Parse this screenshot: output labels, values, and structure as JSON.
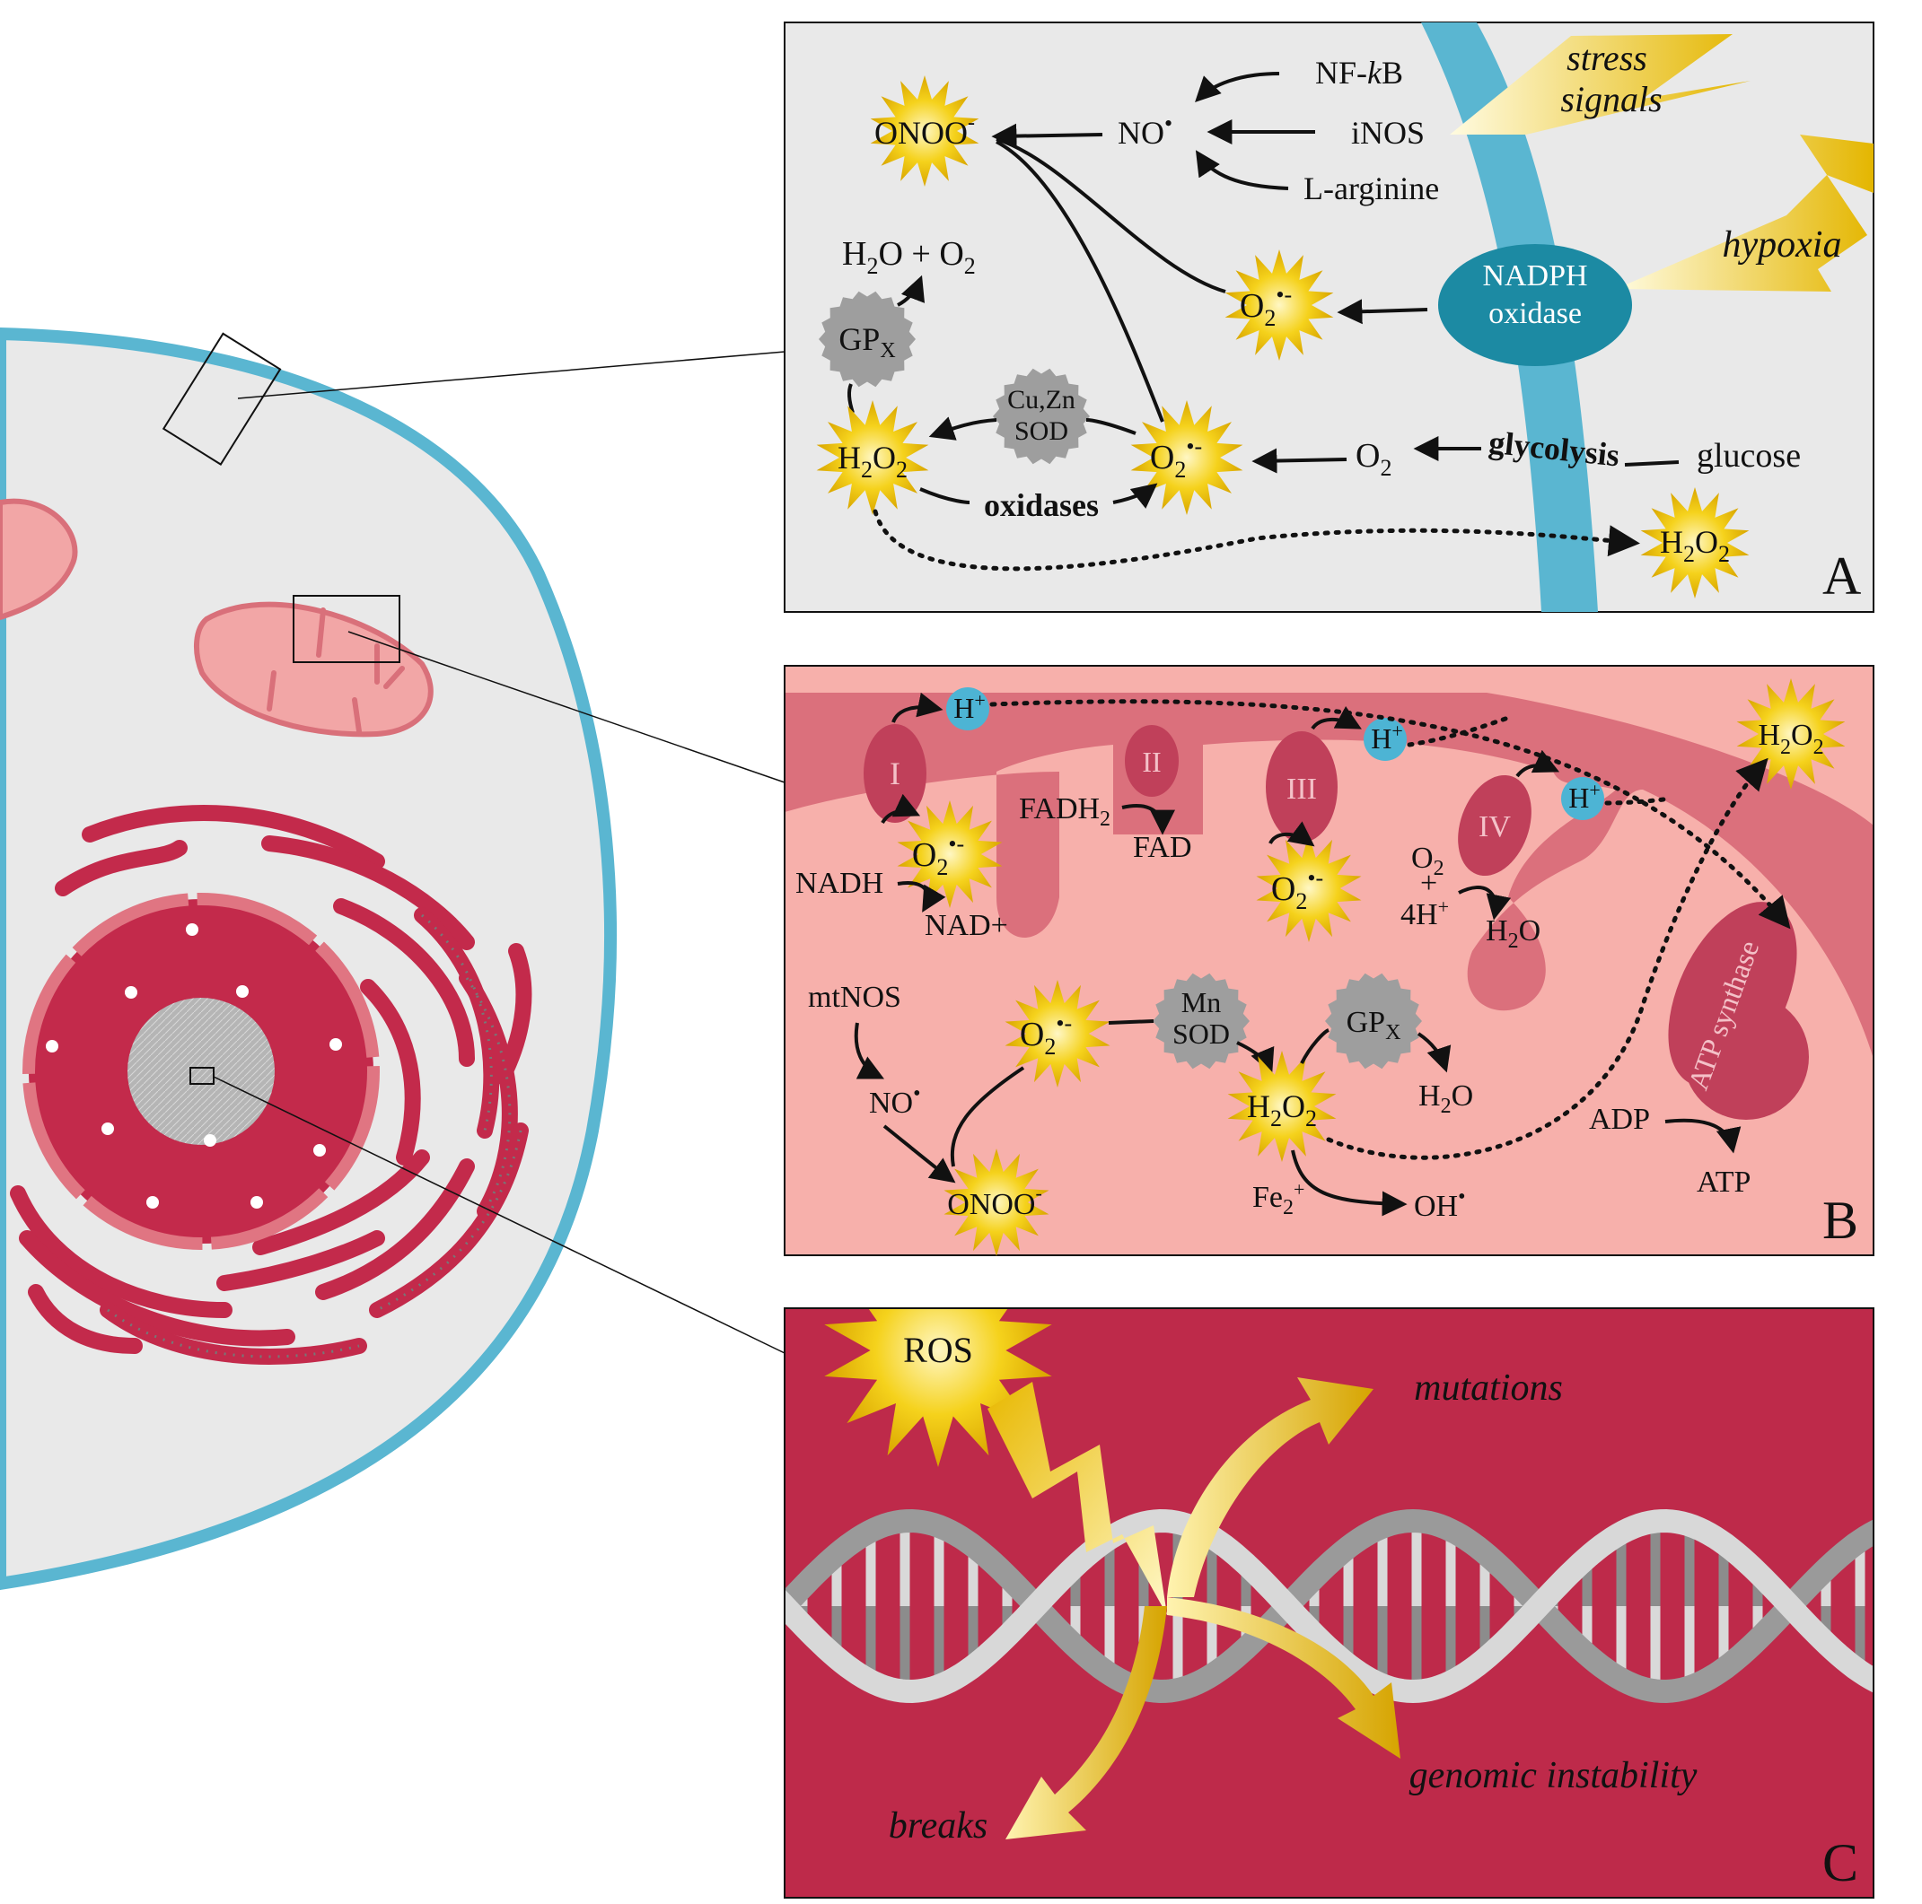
{
  "colors": {
    "membrane": "#5ab6d1",
    "cytoplasm": "#e9e9e9",
    "mito": "#f2a6a6",
    "mito_dark": "#d9707a",
    "nucleus": "#c32a4b",
    "nucleus_ring": "#e07582",
    "nucleolus": "#b9b9b9",
    "er": "#c32a4b",
    "panelB_bg": "#f7b0ab",
    "panelB_membrane": "#db707c",
    "panelC_bg": "#be2a4a",
    "burst": "#f2c40f",
    "enzyme_gray": "#9e9e9e",
    "nadph": "#1c8aa3",
    "complex": "#c0405a",
    "hplus": "#4db4d4"
  },
  "panel_a": {
    "letter": "A",
    "labels": {
      "nfkb_prefix": "NF-",
      "nfkb_k": "k",
      "nfkb_suffix": "B",
      "inos": "iNOS",
      "larginine": "L-arginine",
      "no": "NO",
      "onoo": "ONOO",
      "stress_line1": "stress",
      "stress_line2": "signals",
      "hypoxia": "hypoxia",
      "nadph_line1": "NADPH",
      "nadph_line2": "oxidase",
      "h2o_o2": "H",
      "gpx": "GP",
      "cuzn_line1": "Cu,Zn",
      "cuzn_line2": "SOD",
      "oxidases": "oxidases",
      "glycolysis": "glycolysis",
      "glucose": "glucose",
      "o2_plain": "O"
    }
  },
  "panel_b": {
    "letter": "B",
    "complexes": [
      "I",
      "II",
      "III",
      "IV"
    ],
    "labels": {
      "hplus": "H",
      "fadh2": "FADH",
      "fad": "FAD",
      "nadh": "NADH",
      "nad": "NAD+",
      "o2_4h": "4H",
      "h2o": "H",
      "mtnos": "mtNOS",
      "no": "NO",
      "onoo": "ONOO",
      "mn_line1": "Mn",
      "mn_line2": "SOD",
      "gpx": "GP",
      "fe2": "Fe",
      "oh": "OH",
      "adp": "ADP",
      "atp": "ATP",
      "atp_synthase": "ATP synthase"
    }
  },
  "panel_c": {
    "letter": "C",
    "ros": "ROS",
    "mutations": "mutations",
    "genomic_instability": "genomic instability",
    "breaks": "breaks"
  }
}
